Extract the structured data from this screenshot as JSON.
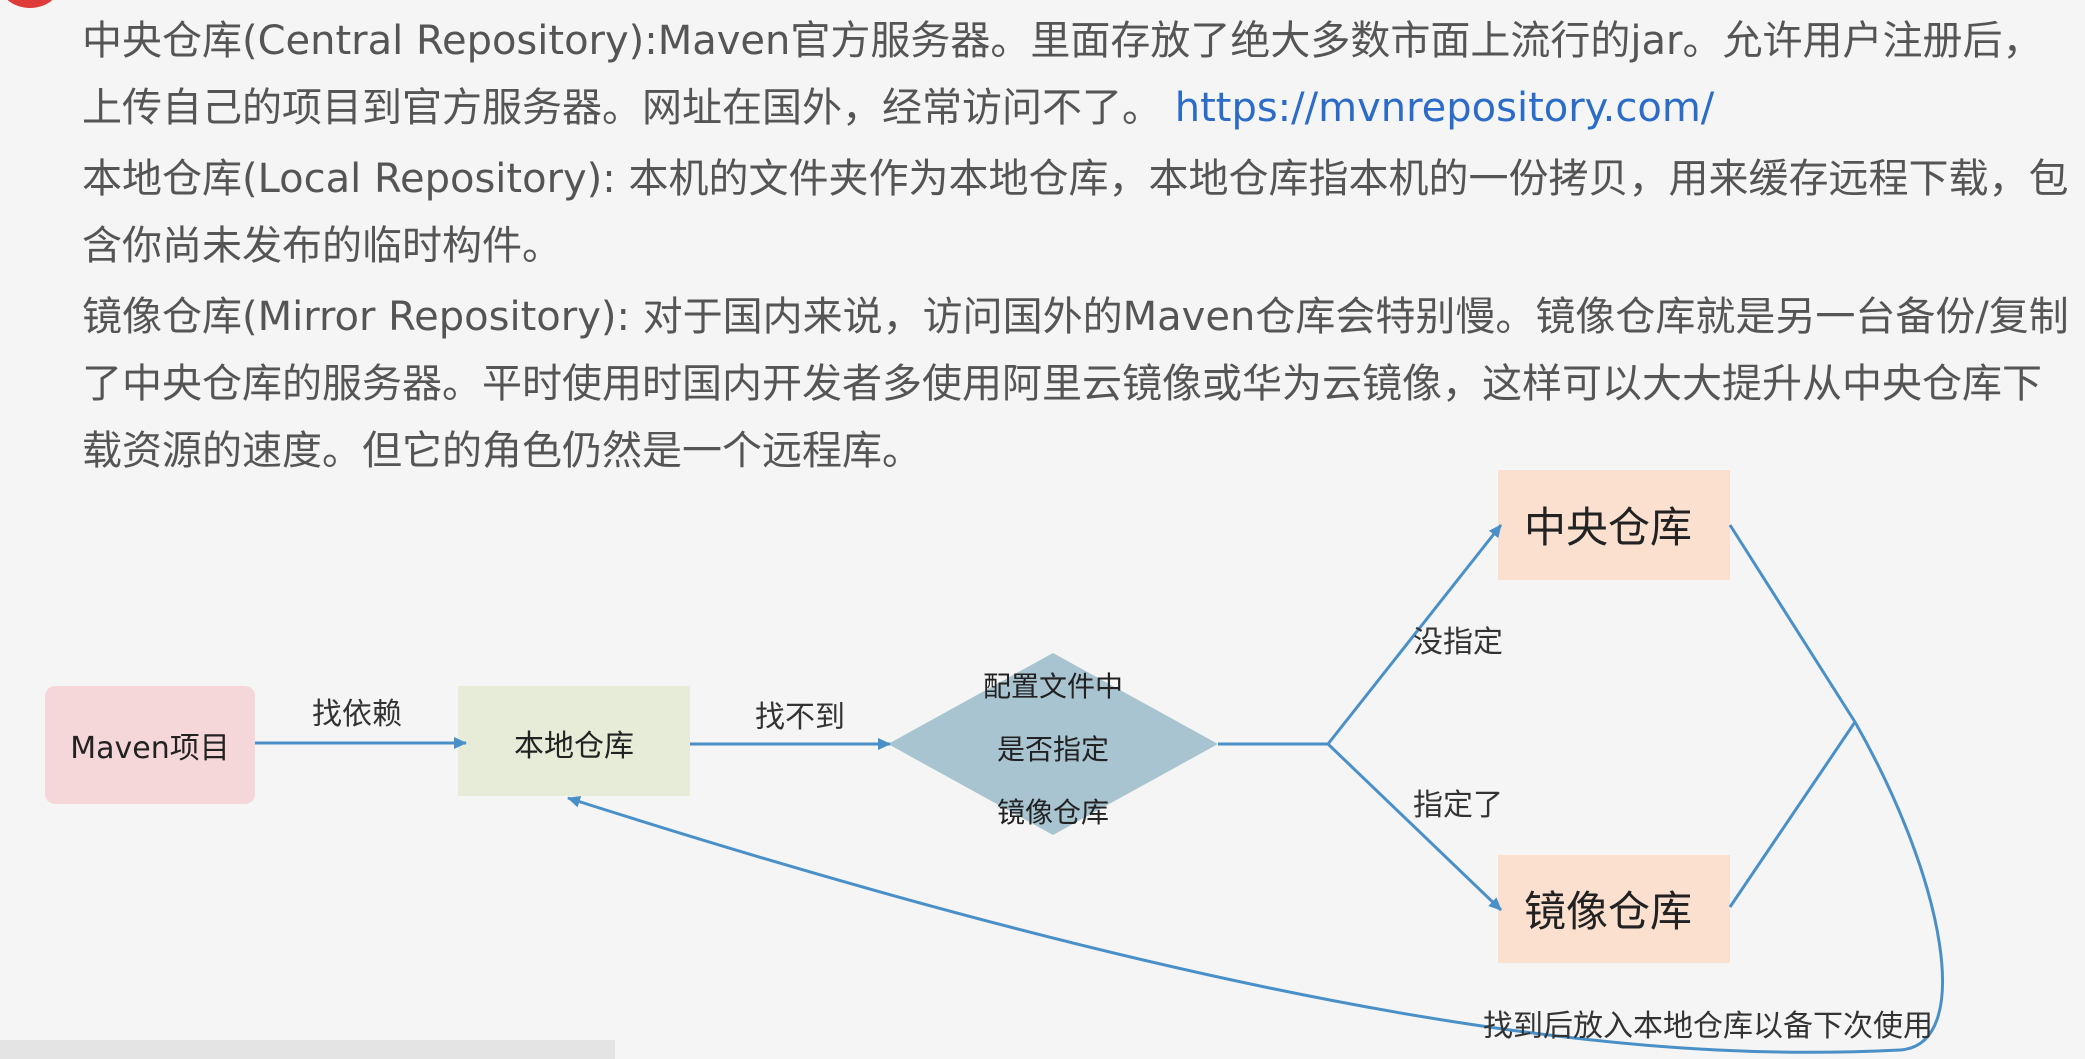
{
  "paragraphs": {
    "central": "中央仓库(Central Repository):Maven官方服务器。里面存放了绝大多数市面上流行的jar。允许用户注册后，上传自己的项目到官方服务器。网址在国外，经常访问不了。",
    "central_link": "https://mvnrepository.com/",
    "local": "本地仓库(Local Repository): 本机的文件夹作为本地仓库，本地仓库指本机的一份拷贝，用来缓存远程下载，包含你尚未发布的临时构件。",
    "mirror": "镜像仓库(Mirror Repository): 对于国内来说，访问国外的Maven仓库会特别慢。镜像仓库就是另一台备份/复制了中央仓库的服务器。平时使用时国内开发者多使用阿里云镜像或华为云镜像，这样可以大大提升从中央仓库下载资源的速度。但它的角色仍然是一个远程库。"
  },
  "diagram": {
    "nodes": {
      "maven_project": "Maven项目",
      "local_repo": "本地仓库",
      "decision_line1": "配置文件中",
      "decision_line2": "是否指定",
      "decision_line3": "镜像仓库",
      "central_repo": "中央仓库",
      "mirror_repo": "镜像仓库"
    },
    "edges": {
      "find_dependency": "找依赖",
      "not_found": "找不到",
      "not_specified": "没指定",
      "specified": "指定了",
      "return_label": "找到后放入本地仓库以备下次使用"
    }
  },
  "colors": {
    "arrow": "#4a90c8",
    "maven_fill": "#f6d7d9",
    "local_fill": "#e6ecd8",
    "decision_fill": "#a9c4d1",
    "repo_fill": "#fbe0d0",
    "link": "#2b6cc9"
  }
}
